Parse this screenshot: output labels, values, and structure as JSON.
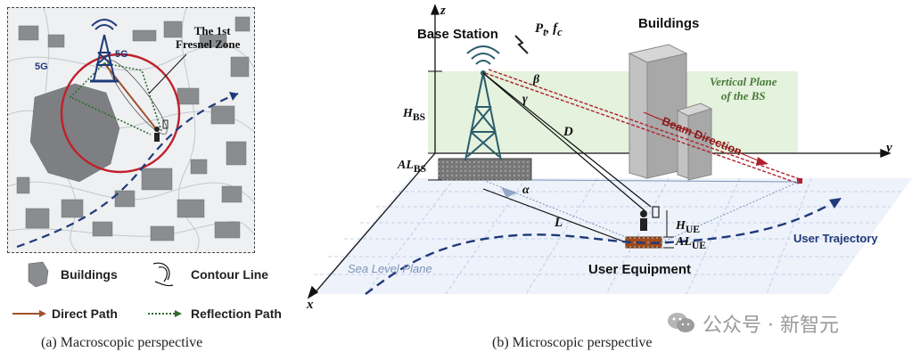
{
  "panel_a": {
    "title_line1": "The 1st",
    "title_line2": "Fresnel Zone",
    "badge_left": "5G",
    "badge_right": "5G",
    "caption": "(a) Macroscopic perspective"
  },
  "legend": {
    "buildings": "Buildings",
    "contour": "Contour Line",
    "direct": "Direct Path",
    "reflection": "Reflection Path"
  },
  "panel_b": {
    "base_station": "Base Station",
    "power_freq": "P",
    "power_sub": "t",
    "freq_sep": ", f",
    "freq_sub": "c",
    "buildings": "Buildings",
    "vertical_plane_1": "Vertical Plane",
    "vertical_plane_2": "of the BS",
    "beam_direction": "Beam Direction",
    "axis_z": "z",
    "axis_y": "y",
    "axis_x": "x",
    "h_bs": "H",
    "h_bs_sub": "BS",
    "al_bs": "AL",
    "al_bs_sub": "BS",
    "beta": "β",
    "gamma": "γ",
    "alpha": "α",
    "d_label": "D",
    "l_label": "L",
    "h_ue": "H",
    "h_ue_sub": "UE",
    "al_ue": "AL",
    "al_ue_sub": "UE",
    "user_trajectory": "User Trajectory",
    "user_equipment": "User Equipment",
    "sea_level": "Sea Level Plane",
    "caption": "(b) Microscopic perspective"
  },
  "watermark": {
    "text": "公众号 · 新智元"
  },
  "colors": {
    "circle": "#c0202a",
    "direct_path": "#a0522d",
    "reflection_path": "#2e6b2e",
    "trajectory": "#1f3a7a",
    "beam": "#b0202a",
    "plane_green": "#dff0d8",
    "ground_grid": "#9fb3d6"
  }
}
